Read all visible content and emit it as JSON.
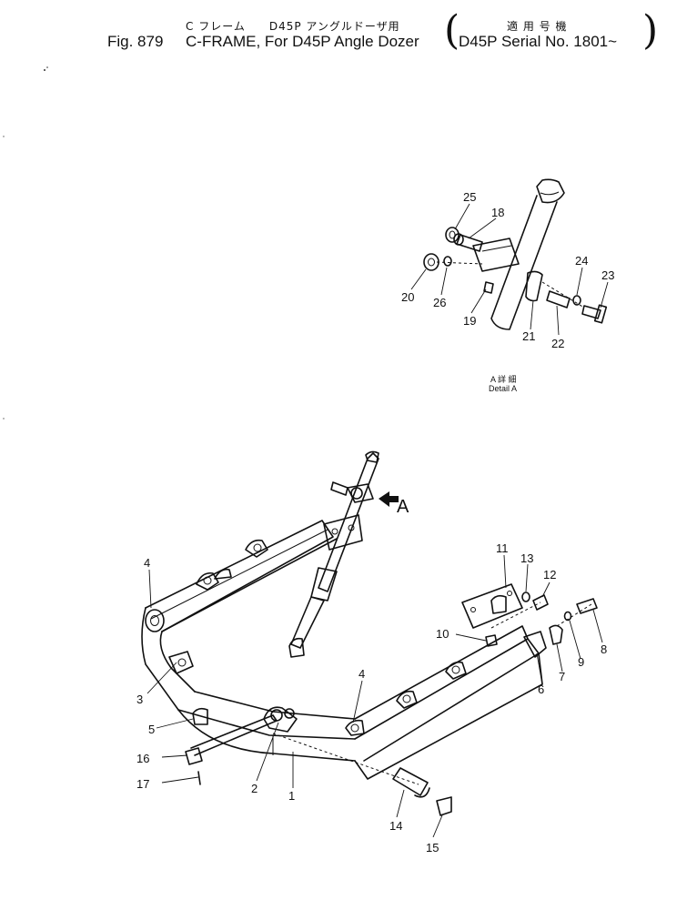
{
  "header": {
    "jp_title": "C フレーム　　D45P アングルドーザ用",
    "jp_serial": "適 用 号 機",
    "fig_number": "Fig. 879",
    "title": "C-FRAME, For D45P Angle Dozer",
    "serial": "D45P Serial No. 1801~"
  },
  "detail": {
    "jp_label": "A 詳 細",
    "label": "Detail A",
    "arrow_label": "A"
  },
  "callouts": {
    "c1": "1",
    "c2": "2",
    "c3": "3",
    "c4a": "4",
    "c4b": "4",
    "c5": "5",
    "c6": "6",
    "c7": "7",
    "c8": "8",
    "c9": "9",
    "c10": "10",
    "c11": "11",
    "c12": "12",
    "c13": "13",
    "c14": "14",
    "c15": "15",
    "c16": "16",
    "c17": "17",
    "c18": "18",
    "c19": "19",
    "c20": "20",
    "c21": "21",
    "c22": "22",
    "c23": "23",
    "c24": "24",
    "c25": "25",
    "c26": "26"
  }
}
